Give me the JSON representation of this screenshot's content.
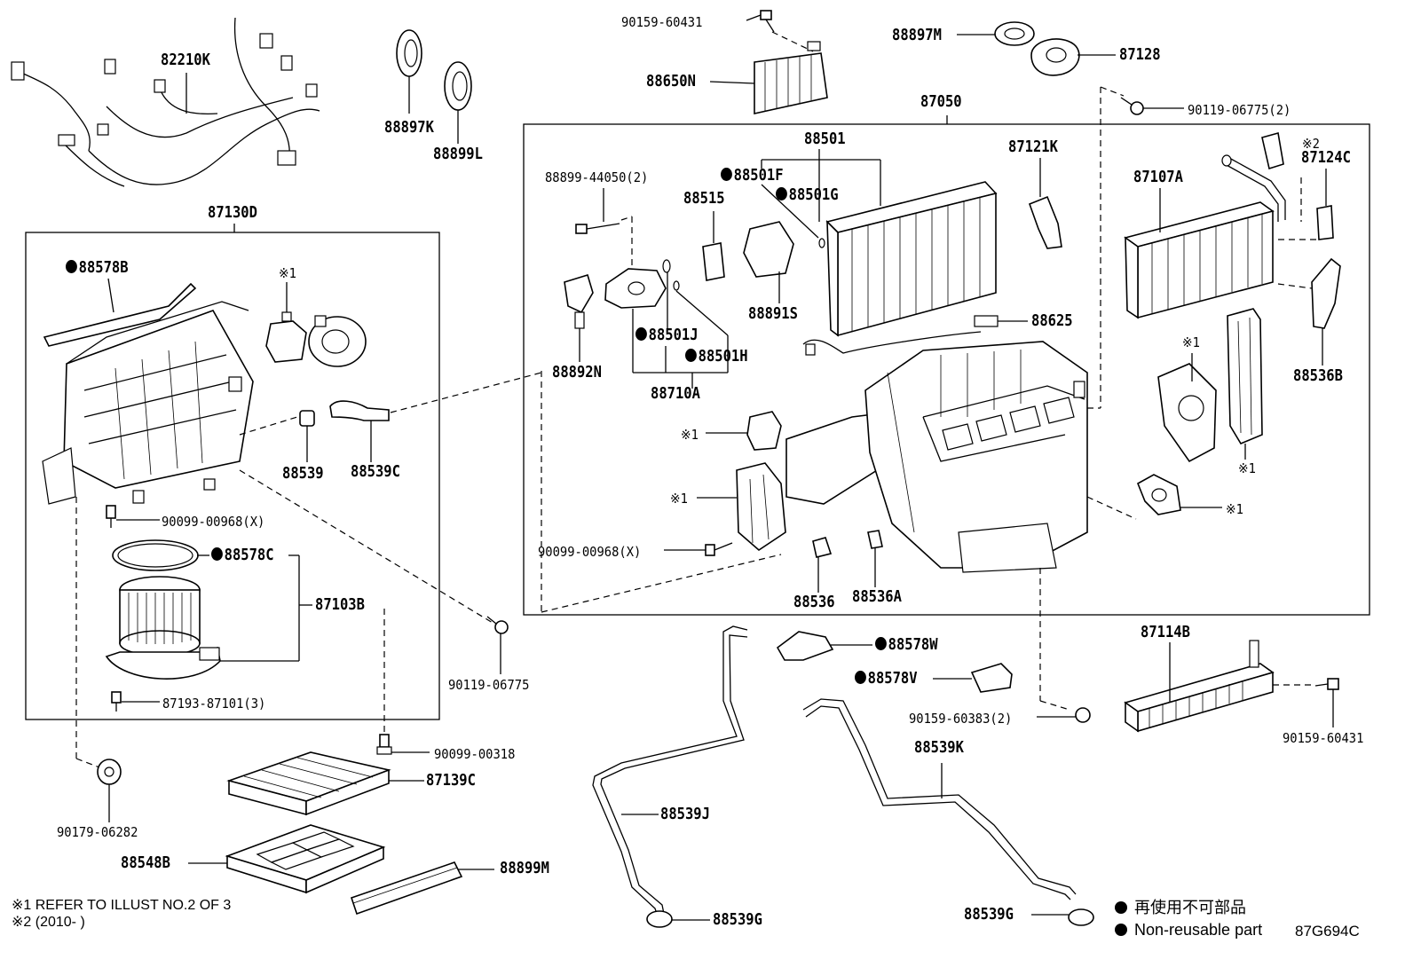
{
  "labels": {
    "p82210K": "82210K",
    "p88897K": "88897K",
    "p88899L": "88899L",
    "p90159_60431_top": "90159-60431",
    "p88650N": "88650N",
    "p88897M": "88897M",
    "p87128": "87128",
    "p87050": "87050",
    "p90119_06775_2": "90119-06775(2)",
    "p87130D": "87130D",
    "p88578B": "88578B",
    "mark1_blower": "※1",
    "p88539": "88539",
    "p88539C": "88539C",
    "p90099_00968_left": "90099-00968(X)",
    "p88578C": "88578C",
    "p87103B": "87103B",
    "p87193_87101": "87193-87101(3)",
    "p90119_06775": "90119-06775",
    "p90099_00318": "90099-00318",
    "p87139C": "87139C",
    "p90179_06282": "90179-06282",
    "p88548B": "88548B",
    "p88899M": "88899M",
    "p88899_44050": "88899-44050(2)",
    "p88501": "88501",
    "p88501F": "88501F",
    "p88501G": "88501G",
    "p88515": "88515",
    "p87121K": "87121K",
    "mark2": "※2",
    "p87124C": "87124C",
    "p87107A": "87107A",
    "p88891S": "88891S",
    "p88625": "88625",
    "p88892N": "88892N",
    "p88501J": "88501J",
    "p88501H": "88501H",
    "p88710A": "88710A",
    "p88536B": "88536B",
    "mark1_a": "※1",
    "mark1_b": "※1",
    "mark1_c": "※1",
    "mark1_d": "※1",
    "mark1_e": "※1",
    "p90099_00968_right": "90099-00968(X)",
    "p88536": "88536",
    "p88536A": "88536A",
    "p88578W": "88578W",
    "p88578V": "88578V",
    "p87114B": "87114B",
    "p90159_60383": "90159-60383(2)",
    "p90159_60431_right": "90159-60431",
    "p88539K": "88539K",
    "p88539J": "88539J",
    "p88539G_left": "88539G",
    "p88539G_right": "88539G"
  },
  "notes": {
    "note1": "※1 REFER TO ILLUST NO.2 OF 3",
    "note2": "※2 (2010-       )"
  },
  "legend": {
    "jp": "再使用不可部品",
    "en": "Non-reusable part"
  },
  "illustration_code": "87G694C",
  "colors": {
    "ink": "#000000",
    "paper": "#ffffff"
  }
}
